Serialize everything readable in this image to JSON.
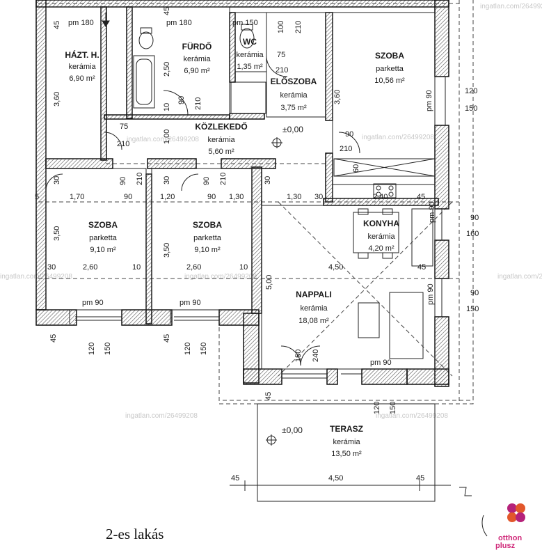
{
  "caption": "2-es lakás",
  "brand": {
    "line1": "otthon",
    "line2": "plusz"
  },
  "rooms": {
    "hazt": {
      "name": "HÁZT. H.",
      "material": "kerámia",
      "area": "6,90 m²"
    },
    "furdo": {
      "name": "FÜRDŐ",
      "material": "kerámia",
      "area": "6,90 m²"
    },
    "wc": {
      "name": "WC",
      "material": "kerámia",
      "area": "1,35 m²"
    },
    "eloszoba": {
      "name": "ELŐSZOBA",
      "material": "kerámia",
      "area": "3,75 m²"
    },
    "szoba_ne": {
      "name": "SZOBA",
      "material": "parketta",
      "area": "10,56 m²"
    },
    "kozlekedo": {
      "name": "KÖZLEKEDŐ",
      "material": "kerámia",
      "area": "5,60 m²"
    },
    "szoba_w": {
      "name": "SZOBA",
      "material": "parketta",
      "area": "9,10 m²"
    },
    "szoba_m": {
      "name": "SZOBA",
      "material": "parketta",
      "area": "9,10 m²"
    },
    "konyha": {
      "name": "KONYHA",
      "material": "kerámia",
      "area": "4,20 m²"
    },
    "nappali": {
      "name": "NAPPALI",
      "material": "kerámia",
      "area": "18,08 m²"
    },
    "terasz": {
      "name": "TERASZ",
      "material": "kerámia",
      "area": "13,50 m²"
    }
  },
  "levels": {
    "main": "±0,00",
    "terrace": "±0,00"
  },
  "watermark": "ingatlan.com/26499208",
  "dims": {
    "top_pm180_a": "pm 180",
    "top_pm180_b": "pm 180",
    "top_pm150": "pm 150",
    "pm90_ne": "pm 90",
    "pm90_w": "pm 90",
    "pm90_m": "pm 90",
    "pm90_nappali": "pm 90",
    "pm90_konyha": "pm 90",
    "pm90_right": "pm 90",
    "d45_tl": "45",
    "d45_tr": "45",
    "d360_l": "3,60",
    "d250": "2,50",
    "d10": "10",
    "d90_f": "90",
    "d210_f": "210",
    "d100": "100",
    "d210_wc": "210",
    "d75_wc": "75",
    "d210_wc2": "210",
    "d360_r": "3,60",
    "d120_r1": "120",
    "d150_r1": "150",
    "d75_k": "75",
    "d210_k": "210",
    "d100_k": "1,00",
    "d90_e": "90",
    "d210_e": "210",
    "d60": "60",
    "d30_a": "30",
    "d90_a": "90",
    "d210_a": "210",
    "d30_b": "30",
    "d90_b": "90",
    "d210_b": "210",
    "d30_c": "30",
    "row_5": "5",
    "row_170": "1,70",
    "row_90": "90",
    "row_120": "1,20",
    "row_90b": "90",
    "row_130a": "1,30",
    "row_130b": "1,30",
    "row_30": "30",
    "row_240": "2,40",
    "row_45": "45",
    "d90_r2": "90",
    "d160_r2": "160",
    "d350_a": "3,50",
    "d350_b": "3,50",
    "row2_30": "30",
    "row2_260a": "2,60",
    "row2_10a": "10",
    "row2_260b": "2,60",
    "row2_10b": "10",
    "row2_450": "4,50",
    "row2_45": "45",
    "d500": "5,00",
    "d90_r3": "90",
    "d150_r3": "150",
    "b45_a": "45",
    "b120_a": "120",
    "b150_a": "150",
    "b45_b": "45",
    "b120_b": "120",
    "b150_b": "150",
    "b150_n": "150",
    "b240_n": "240",
    "b45_t": "45",
    "b120_t": "120",
    "b150_t": "150",
    "t45_l": "45",
    "t450": "4,50",
    "t45_r": "45"
  }
}
